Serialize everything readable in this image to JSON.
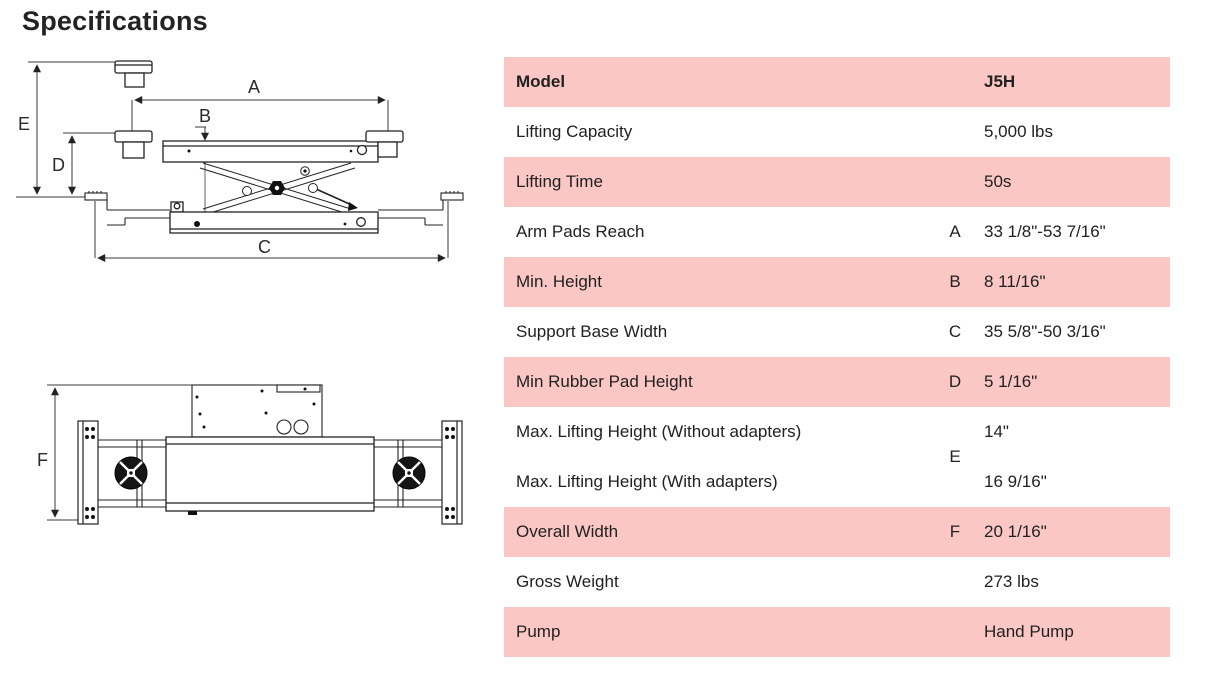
{
  "title": "Specifications",
  "colors": {
    "row_pink": "#fbc7c5",
    "text_dark": "#212121",
    "line_dark": "#2a2a2a"
  },
  "diagram": {
    "dim_labels": {
      "A": "A",
      "B": "B",
      "C": "C",
      "D": "D",
      "E": "E",
      "F": "F"
    }
  },
  "table": {
    "rows": [
      {
        "label": "Model",
        "letter": "",
        "value": "J5H"
      },
      {
        "label": "Lifting Capacity",
        "letter": "",
        "value": "5,000 lbs"
      },
      {
        "label": "Lifting Time",
        "letter": "",
        "value": "50s"
      },
      {
        "label": "Arm Pads Reach",
        "letter": "A",
        "value": "33 1/8\"-53 7/16\""
      },
      {
        "label": "Min. Height",
        "letter": "B",
        "value": "8 11/16\""
      },
      {
        "label": "Support Base Width",
        "letter": "C",
        "value": "35 5/8\"-50 3/16\""
      },
      {
        "label": "Min Rubber Pad Height",
        "letter": "D",
        "value": "5 1/16\""
      },
      {
        "label": "Max. Lifting Height (Without adapters)",
        "label2": "Max. Lifting Height (With adapters)",
        "letter": "E",
        "value": "14\"",
        "value2": "16 9/16\""
      },
      {
        "label": "Overall Width",
        "letter": "F",
        "value": "20 1/16\""
      },
      {
        "label": "Gross Weight",
        "letter": "",
        "value": "273 lbs"
      },
      {
        "label": "Pump",
        "letter": "",
        "value": "Hand Pump"
      }
    ]
  }
}
